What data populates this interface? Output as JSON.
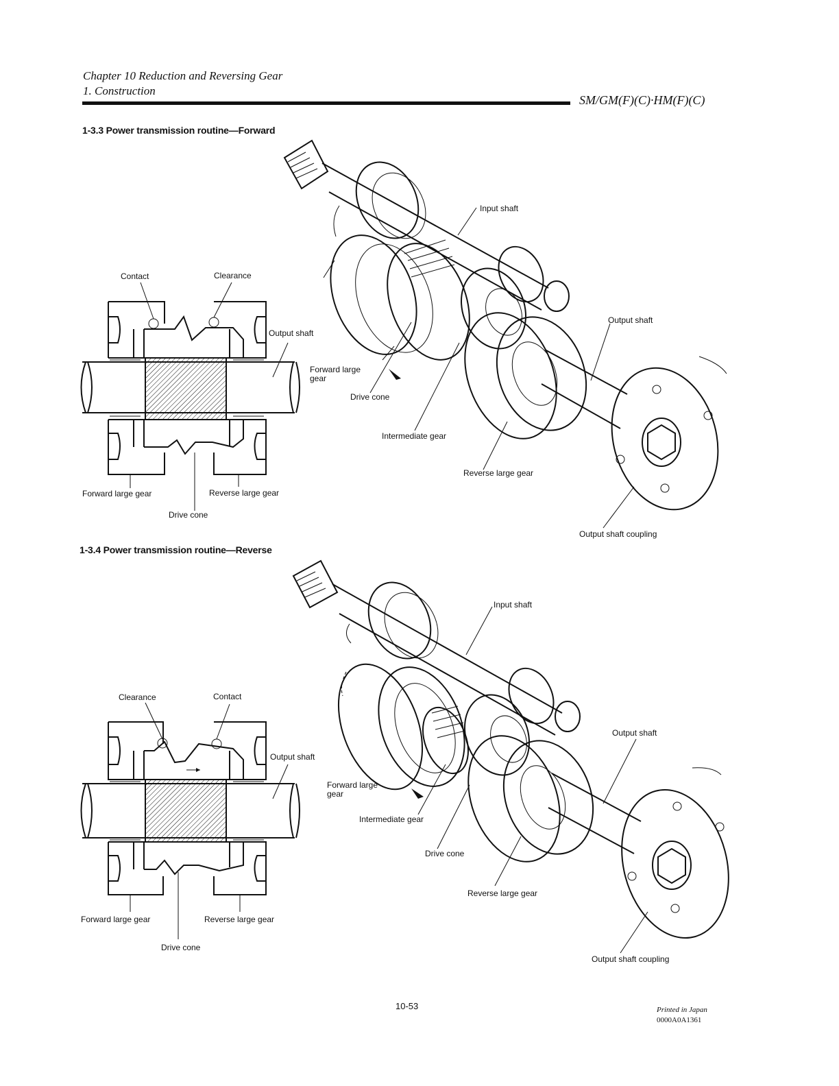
{
  "header": {
    "chapter": "Chapter 10 Reduction and Reversing Gear",
    "section": "1. Construction",
    "model": "SM/GM(F)(C)·HM(F)(C)"
  },
  "forward": {
    "title": "1-3.3 Power transmission routine—Forward",
    "labels": {
      "contact": "Contact",
      "clearance": "Clearance",
      "output_shaft_section": "Output shaft",
      "forward_large_gear_section": "Forward large gear",
      "reverse_large_gear_section": "Reverse large gear",
      "drive_cone_section": "Drive cone",
      "input_shaft": "Input shaft",
      "output_shaft": "Output shaft",
      "forward_large_gear": "Forward large gear",
      "drive_cone": "Drive cone",
      "intermediate_gear": "Intermediate gear",
      "reverse_large_gear": "Reverse large gear",
      "output_shaft_coupling": "Output shaft coupling"
    }
  },
  "reverse": {
    "title": "1-3.4 Power transmission routine—Reverse",
    "labels": {
      "clearance": "Clearance",
      "contact": "Contact",
      "output_shaft_section": "Output shaft",
      "forward_large_gear_section": "Forward large gear",
      "reverse_large_gear_section": "Reverse large gear",
      "drive_cone_section": "Drive cone",
      "input_shaft": "Input shaft",
      "output_shaft": "Output shaft",
      "forward_large_gear": "Forward large gear",
      "intermediate_gear": "Intermediate gear",
      "drive_cone": "Drive cone",
      "reverse_large_gear": "Reverse large gear",
      "output_shaft_coupling": "Output shaft coupling"
    }
  },
  "footer": {
    "page_number": "10-53",
    "printed": "Printed in Japan",
    "code": "0000A0A1361"
  }
}
